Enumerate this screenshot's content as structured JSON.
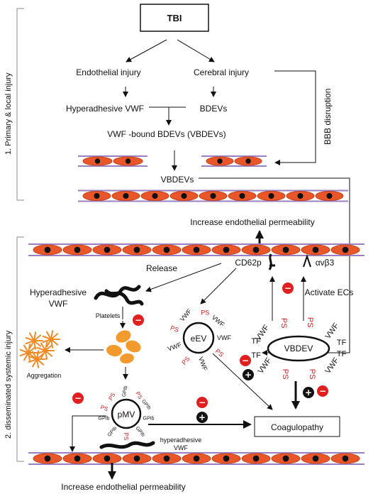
{
  "sections": {
    "primary": "1. Primary & local injury",
    "systemic": "2. disseminated systemic injury"
  },
  "nodes": {
    "tbi": "TBI",
    "endothelial_injury": "Endothelial injury",
    "cerebral_injury": "Cerebral injury",
    "hyperadhesive_vwf_1": "Hyperadhesive VWF",
    "bdevs": "BDEVs",
    "vwf_bound": "VWF -bound BDEVs (VBDEVs)",
    "bbb_disruption": "BBB disruption",
    "vbdevs": "VBDEVs",
    "increase_perm_top": "Increase endothelial permeability",
    "release": "Release",
    "cd62p": "CD62p",
    "avb3": "αvβ3",
    "hyperadhesive_vwf_2_line1": "Hyperadhesive",
    "hyperadhesive_vwf_2_line2": "VWF",
    "platelets": "Platelets",
    "activate_ecs": "Activate ECs",
    "eev": "eEV",
    "vbdev": "VBDEV",
    "aggregation": "Aggregation",
    "pmv": "pMV",
    "hyperadhesive_vwf_3_line1": "hyperadhesive",
    "hyperadhesive_vwf_3_line2": "VWF",
    "coagulopathy": "Coagulopathy",
    "increase_perm_bottom": "Increase endothelial permeability"
  },
  "labels": {
    "vwf": "VWF",
    "ps": "PS",
    "tf": "TF",
    "gpib": "GPIb",
    "minus": "−",
    "plus": "+"
  },
  "colors": {
    "cell_fill": "#e8562a",
    "cell_stroke": "#c24416",
    "membrane": "#9b7fc0",
    "nucleus": "#111111",
    "platelet": "#f39a2e",
    "aggregation": "#ef8a24",
    "inhibit_red": "#e02020",
    "section_label": "#29aee0",
    "coagulopathy_text": "#e02020",
    "ps_text": "#d42020"
  }
}
